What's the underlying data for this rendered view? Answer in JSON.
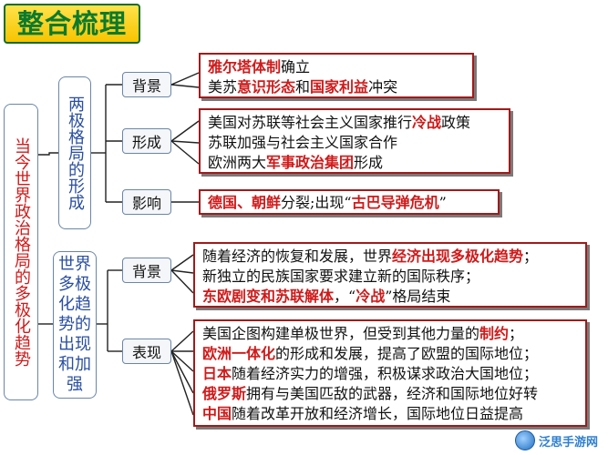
{
  "title": "整合梳理",
  "root_label": "当今世界政治格局的多极化趋势",
  "sections": [
    {
      "label": "两极格局的形成",
      "rows": [
        {
          "tag": "背景",
          "lines": [
            [
              {
                "t": "雅尔塔体制",
                "red": true
              },
              {
                "t": "确立",
                "red": false
              }
            ],
            [
              {
                "t": "美苏",
                "red": false
              },
              {
                "t": "意识形态",
                "red": true
              },
              {
                "t": "和",
                "red": false
              },
              {
                "t": "国家利益",
                "red": true
              },
              {
                "t": "冲突",
                "red": false
              }
            ]
          ]
        },
        {
          "tag": "形成",
          "lines": [
            [
              {
                "t": "美国对苏联等社会主义国家推行",
                "red": false
              },
              {
                "t": "冷战",
                "red": true
              },
              {
                "t": "政策",
                "red": false
              }
            ],
            [
              {
                "t": "苏联加强与社会主义国家合作",
                "red": false
              }
            ],
            [
              {
                "t": "欧洲两大",
                "red": false
              },
              {
                "t": "军事政治集团",
                "red": true
              },
              {
                "t": "形成",
                "red": false
              }
            ]
          ]
        },
        {
          "tag": "影响",
          "lines": [
            [
              {
                "t": "德国、朝鲜",
                "red": true
              },
              {
                "t": "分裂;出现“",
                "red": false
              },
              {
                "t": "古巴导弹危机",
                "red": true
              },
              {
                "t": "”",
                "red": false
              }
            ]
          ]
        }
      ]
    },
    {
      "label": "世界多极化趋势的出现和加强",
      "rows": [
        {
          "tag": "背景",
          "lines": [
            [
              {
                "t": "随着经济的恢复和发展，世界",
                "red": false
              },
              {
                "t": "经济出现多极化趋势",
                "red": true
              },
              {
                "t": "；",
                "red": false
              }
            ],
            [
              {
                "t": "新独立的民族国家要求建立新的国际秩序；",
                "red": false
              }
            ],
            [
              {
                "t": "东欧剧变和苏联解体",
                "red": true
              },
              {
                "t": "，“",
                "red": false
              },
              {
                "t": "冷战",
                "red": true
              },
              {
                "t": "”格局结束",
                "red": false
              }
            ]
          ]
        },
        {
          "tag": "表现",
          "lines": [
            [
              {
                "t": "美国企图构建单极世界，但受到其他力量的",
                "red": false
              },
              {
                "t": "制约",
                "red": true
              },
              {
                "t": "；",
                "red": false
              }
            ],
            [
              {
                "t": "欧洲一体化",
                "red": true
              },
              {
                "t": "的形成和发展，提高了欧盟的国际地位；",
                "red": false
              }
            ],
            [
              {
                "t": "日本",
                "red": true
              },
              {
                "t": "随着经济实力的增强，积极谋求政治大国地位；",
                "red": false
              }
            ],
            [
              {
                "t": "俄罗斯",
                "red": true
              },
              {
                "t": "拥有与美国匹敌的武器，经济和国际地位好转",
                "red": false
              }
            ],
            [
              {
                "t": "中国",
                "red": true
              },
              {
                "t": "随着改革开放和经济增长，国际地位日益提高",
                "red": false
              }
            ]
          ]
        }
      ]
    }
  ],
  "watermark": "泛思手游网",
  "colors": {
    "accent_red": "#d01a1a",
    "mid_blue": "#2a4fa0",
    "title_green": "#0a7a2e",
    "title_bg": "#f7c400",
    "box_border": "#a21a1a"
  }
}
